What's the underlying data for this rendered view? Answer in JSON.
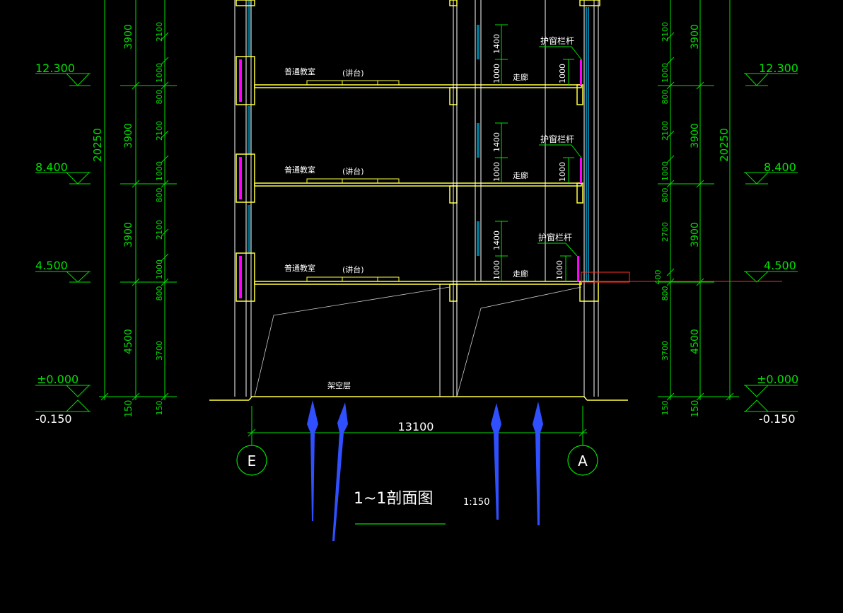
{
  "drawing": {
    "title": "1~1剖面图",
    "scale": "1:150",
    "colors": {
      "background": "#000000",
      "dimension": "#00e000",
      "structure": "#ffff40",
      "wall": "#ffffff",
      "glass": "#00c8ff",
      "frame": "#ff00ff",
      "arrow": "#3050ff",
      "red_line": "#ff3020"
    },
    "elevations_left": [
      "12.300",
      "8.400",
      "4.500",
      "±0.000",
      "-0.150"
    ],
    "elevations_right": [
      "12.300",
      "8.400",
      "4.500",
      "±0.000",
      "-0.150"
    ],
    "total_height": "20250",
    "left_outer_dims": [
      "3900",
      "3900",
      "3900",
      "4500",
      "150"
    ],
    "left_inner_dims": [
      "2100",
      "1000",
      "800",
      "2100",
      "1000",
      "800",
      "2100",
      "1000",
      "800",
      "3700",
      "150"
    ],
    "right_inner_dims": [
      "2100",
      "1000",
      "800",
      "2100",
      "1000",
      "800",
      "2700",
      "400",
      "800",
      "3700",
      "150"
    ],
    "right_outer_dims": [
      "3900",
      "3900",
      "3900",
      "4500",
      "150"
    ],
    "floor_labels": {
      "classroom": "普通教室",
      "podium": "(讲台)",
      "corridor": "走廊",
      "railing": "护窗栏杆",
      "stilt": "架空层"
    },
    "corridor_dims": {
      "upper": "1400",
      "lower": "1000",
      "rail": "1000"
    },
    "bay_width": "13100",
    "axes": [
      "E",
      "A"
    ]
  }
}
